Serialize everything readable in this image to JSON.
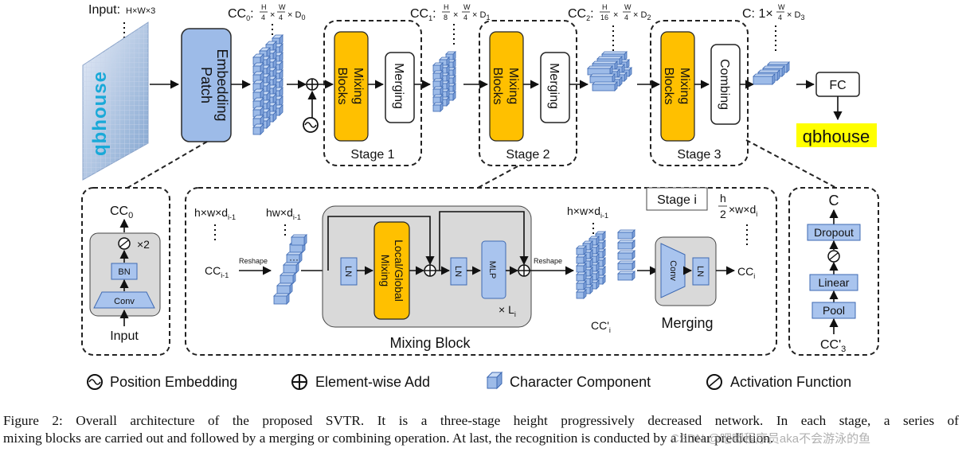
{
  "stage_top": {
    "input_label": "Input:",
    "input_dims": "H×W×3",
    "cc0": "CC",
    "cc0_sub": "0",
    "cc1": "CC",
    "cc1_sub": "1",
    "cc2": "CC",
    "cc2_sub": "2",
    "c_label": "C: 1×",
    "frac_H": "H",
    "frac_W": "W",
    "den_4": "4",
    "den_8": "8",
    "den_16": "16",
    "times": "×",
    "d0": "× D",
    "d0_sub": "0",
    "d1": "× D",
    "d1_sub": "1",
    "d2": "× D",
    "d2_sub": "2",
    "d3": "× D",
    "d3_sub": "3",
    "image_text": "qbhouse",
    "patch_embedding": [
      "Patch",
      "Embedding"
    ],
    "mixing_blocks": [
      "Mixing",
      "Blocks"
    ],
    "merging": "Merging",
    "combing": "Combing",
    "stage1": "Stage 1",
    "stage2": "Stage 2",
    "stage3": "Stage 3",
    "fc": "FC",
    "output": "qbhouse"
  },
  "patch_detail": {
    "cc0": "CC",
    "cc0_sub": "0",
    "times2": "×2",
    "bn": "BN",
    "conv": "Conv",
    "input": "Input"
  },
  "stage_detail": {
    "stage_i": "Stage i",
    "hwd": "h×w×d",
    "hwd_sub": "i-1",
    "hw_d": "hw×d",
    "hw_d_sub": "i-1",
    "cc_prev": "CC",
    "cc_prev_sub": "i-1",
    "reshape": "Reshape",
    "ln": "LN",
    "local_global": [
      "Local/Global",
      "Mixing"
    ],
    "mlp": "MLP",
    "times_l": "× L",
    "l_sub": "i",
    "reshape2": "Reshape",
    "hwd2": "h×w×d",
    "hwd2_sub": "i-1",
    "cc_prime": "CC'",
    "cc_prime_sub": "i",
    "half_h": "h",
    "half_den": "2",
    "half_rest": "×w×d",
    "half_sub": "i",
    "conv": "Conv",
    "cc_i": "CC",
    "cc_i_sub": "i",
    "merging": "Merging",
    "mixing_block": "Mixing Block"
  },
  "combine_detail": {
    "c": "C",
    "dropout": "Dropout",
    "linear": "Linear",
    "pool": "Pool",
    "cc3": "CC'",
    "cc3_sub": "3"
  },
  "legend": {
    "position_embedding": "Position Embedding",
    "element_add": "Element-wise Add",
    "character_component": "Character Component",
    "activation": "Activation Function"
  },
  "caption": {
    "line1": "Figure 2: Overall architecture of the proposed SVTR. It is a three-stage height progressively decreased network. In each stage, a series of",
    "line2": "mixing blocks are carried out and followed by a merging or combining operation. At last, the recognition is conducted by a linear prediction."
  },
  "watermark": "CSDN @吧唧程序员aka不会游泳的鱼",
  "colors": {
    "gold": "#ffc000",
    "component_blue": "#9dbbe8",
    "panel_gray": "#d9d9d9",
    "output_highlight": "#ffff00"
  }
}
